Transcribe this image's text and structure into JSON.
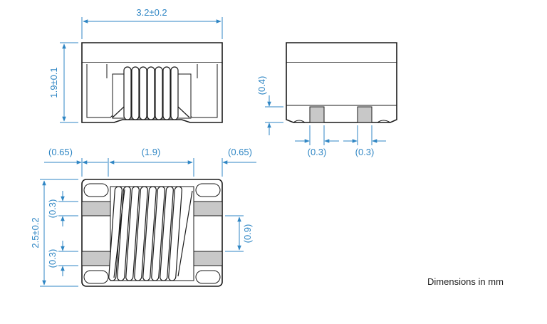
{
  "colors": {
    "dimension": "#2f86c4",
    "outline": "#1a1a1a",
    "body_fill": "#ffffff",
    "terminal_fill": "#c8c8c8",
    "text": "#222222"
  },
  "front_view": {
    "width_label": "3.2±0.2",
    "height_label": "1.9±0.1"
  },
  "side_view": {
    "terminal_height_label": "(0.4)",
    "terminal_left_width_label": "(0.3)",
    "terminal_right_width_label": "(0.3)"
  },
  "bottom_view": {
    "left_margin_label": "(0.65)",
    "center_label": "(1.9)",
    "right_margin_label": "(0.65)",
    "height_label": "2.5±0.2",
    "top_pad_label": "(0.3)",
    "bottom_pad_label": "(0.3)",
    "pad_spacing_label": "(0.9)"
  },
  "note": "Dimensions in mm"
}
